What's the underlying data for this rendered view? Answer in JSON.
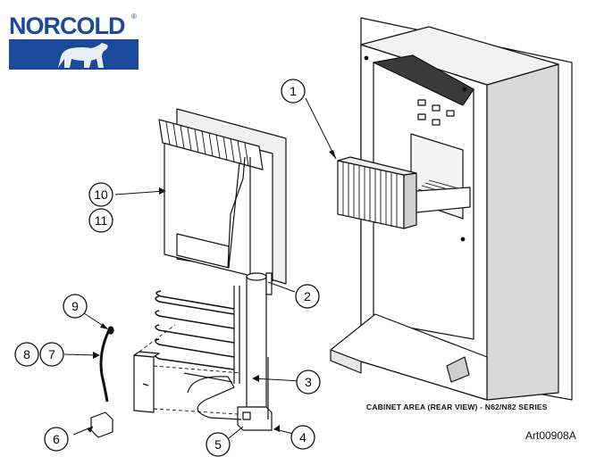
{
  "logo": {
    "brand": "NORCOLD",
    "registered_mark": "®",
    "brand_color": "#1c4a9a"
  },
  "callouts": [
    "1",
    "2",
    "3",
    "4",
    "5",
    "6",
    "7",
    "8",
    "9",
    "10",
    "11"
  ],
  "caption": "CABINET AREA (REAR VIEW)  -  N62/N82 SERIES",
  "art_number": "Art00908A"
}
